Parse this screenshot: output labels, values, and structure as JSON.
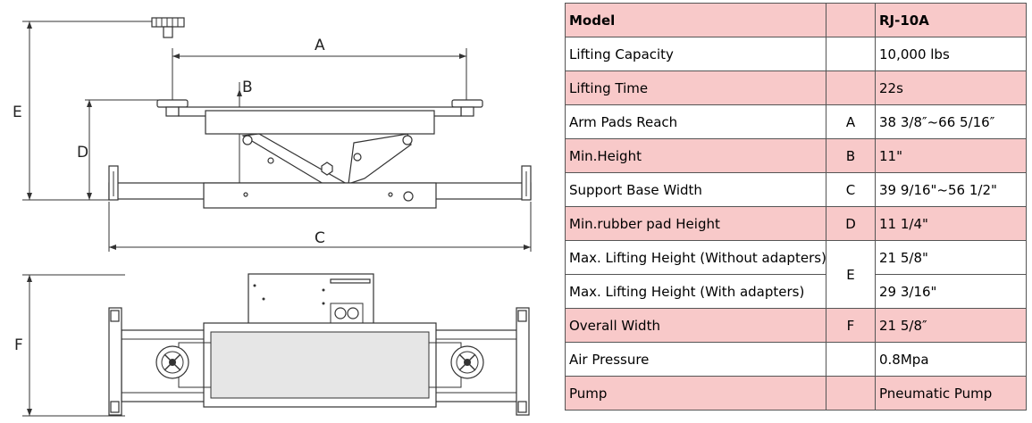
{
  "diagram": {
    "dimension_labels": {
      "A": "A",
      "B": "B",
      "C": "C",
      "D": "D",
      "E": "E",
      "F": "F"
    }
  },
  "table": {
    "header": {
      "name": "Model",
      "code": "",
      "value": "RJ-10A"
    },
    "rows": [
      {
        "name": "Lifting Capacity",
        "code": "",
        "value": "10,000 lbs"
      },
      {
        "name": "Lifting Time",
        "code": "",
        "value": "22s"
      },
      {
        "name": "Arm Pads Reach",
        "code": "A",
        "value": "38 3/8″~66 5/16″"
      },
      {
        "name": "Min.Height",
        "code": "B",
        "value": "11\""
      },
      {
        "name": "Support Base Width",
        "code": "C",
        "value": "39 9/16\"~56 1/2\""
      },
      {
        "name": "Min.rubber pad Height",
        "code": "D",
        "value": "11 1/4\""
      },
      {
        "name": "Max. Lifting Height  (Without adapters)",
        "code": "E",
        "value": "21 5/8\""
      },
      {
        "name": "Max. Lifting Height (With adapters)",
        "code": "",
        "value": "29 3/16\""
      },
      {
        "name": "Overall Width",
        "code": "F",
        "value": "21 5/8″"
      },
      {
        "name": "Air Pressure",
        "code": "",
        "value": "0.8Mpa"
      },
      {
        "name": "Pump",
        "code": "",
        "value": "Pneumatic Pump"
      }
    ]
  }
}
